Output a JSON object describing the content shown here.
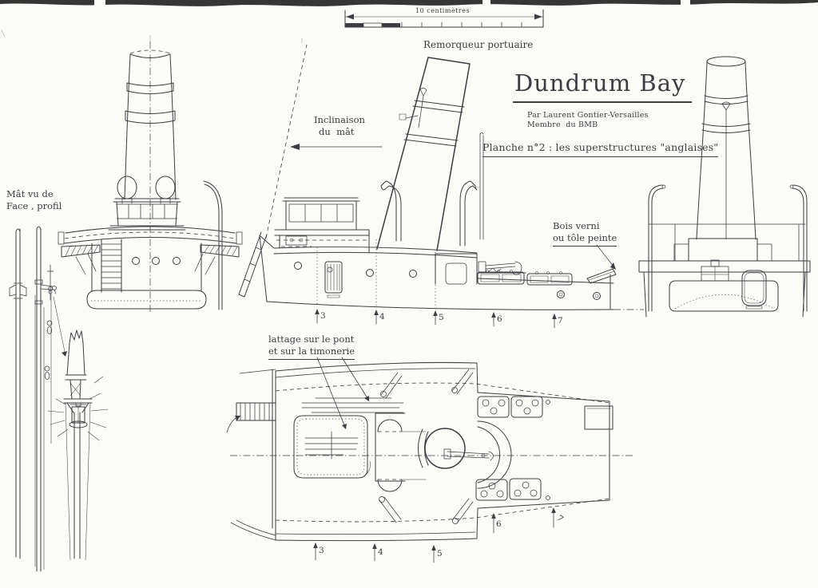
{
  "document": {
    "title": "Dundrum Bay",
    "author_line1": "Par Laurent Gontier-Versailles",
    "author_line2": "Membre  du BMB",
    "plate_caption": "Planche n°2 : les superstructures \"anglaises\"",
    "subject": "Remorqueur portuaire"
  },
  "scale_bar": {
    "label": "10 centimètres"
  },
  "annotations": {
    "mast_label_line1": "Mât vu de",
    "mast_label_line2": "Face , profil",
    "incline_line1": "Inclinaison",
    "incline_line2": "du  mât",
    "material_line1": "Bois verni",
    "material_line2": "ou tôle peinte",
    "planking_line1": "lattage sur le pont",
    "planking_line2": "et sur la timonerie"
  },
  "sections": {
    "side": [
      "3",
      "4",
      "5",
      "6",
      "7"
    ],
    "plan": [
      "3",
      "4",
      "5",
      "6",
      "7"
    ]
  },
  "colors": {
    "ink": "#3d3d42",
    "paper": "#fbfbf8",
    "scan_edge": "#1a1a1a"
  }
}
